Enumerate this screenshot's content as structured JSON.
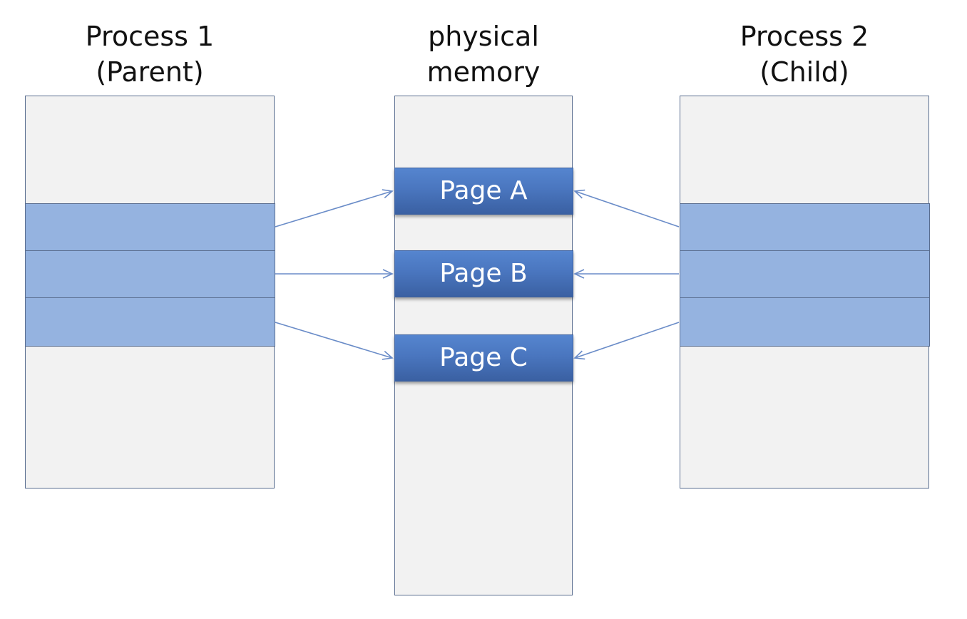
{
  "titles": {
    "process1": {
      "line1": "Process 1",
      "line2": "(Parent)"
    },
    "physical": {
      "line1": "physical",
      "line2": "memory"
    },
    "process2": {
      "line1": "Process 2",
      "line2": "(Child)"
    }
  },
  "pages": [
    "Page A",
    "Page B",
    "Page C"
  ],
  "colors": {
    "column_bg": "#f2f2f2",
    "slot": "#95b3e0",
    "page": "#4a76bf",
    "arrow": "#6a8cc8",
    "border": "#5a6e90"
  }
}
